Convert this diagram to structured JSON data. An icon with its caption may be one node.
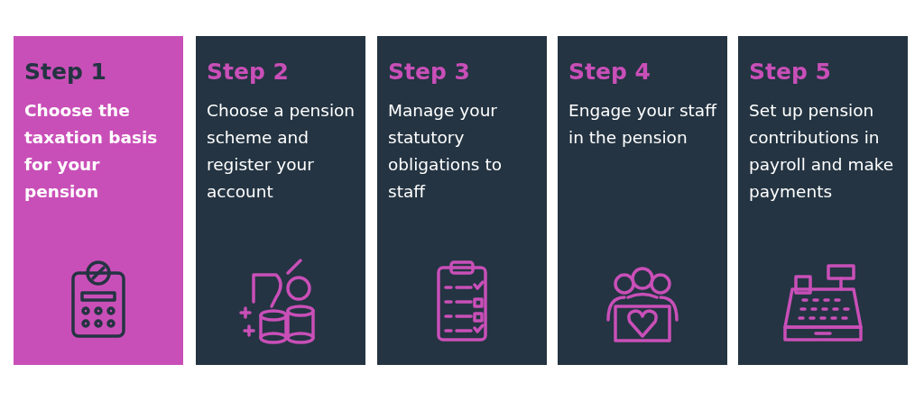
{
  "diagram": {
    "nodes": [
      {
        "text": [
          "Step 1",
          "Choose the taxation basis for your pension"
        ]
      },
      {
        "text": [
          "Step 2",
          "Choose a pension scheme and register your account"
        ]
      },
      {
        "text": [
          "Step 3",
          "Manage your statutory obligations to staff"
        ]
      },
      {
        "text": [
          "Step 4",
          "Engage your staff in the pension"
        ]
      },
      {
        "text": [
          "Step 5",
          "Set up pension contributions in payroll and make payments"
        ]
      }
    ],
    "edges": []
  }
}
